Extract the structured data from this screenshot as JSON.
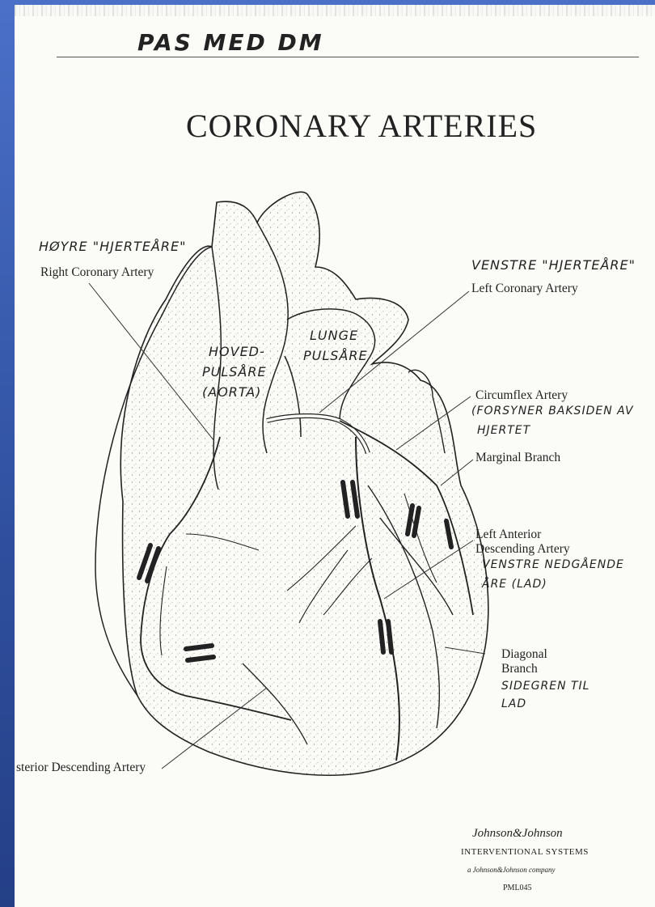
{
  "header_note": "PAS MED DM",
  "title": "CORONARY ARTERIES",
  "labels": {
    "right_coronary_no": "HØYRE \"HJERTEÅRE\"",
    "right_coronary_en": "Right Coronary Artery",
    "left_coronary_no": "VENSTRE \"HJERTEÅRE\"",
    "left_coronary_en": "Left Coronary Artery",
    "aorta_no_1": "HOVED-",
    "aorta_no_2": "PULSÅRE",
    "aorta_no_3": "(AORTA)",
    "pulmonary_no_1": "LUNGE",
    "pulmonary_no_2": "PULSÅRE",
    "circumflex_en": "Circumflex Artery",
    "circumflex_no_1": "(FORSYNER BAKSIDEN AV",
    "circumflex_no_2": "HJERTET",
    "marginal_en": "Marginal Branch",
    "lad_en_1": "Left Anterior",
    "lad_en_2": "Descending Artery",
    "lad_no_1": "VENSTRE NEDGÅENDE",
    "lad_no_2": "ÅRE (LAD)",
    "diagonal_en_1": "Diagonal",
    "diagonal_en_2": "Branch",
    "diagonal_no_1": "SIDEGREN TIL",
    "diagonal_no_2": "LAD",
    "posterior_descending_en": "sterior Descending Artery"
  },
  "footer": {
    "brand": "Johnson&Johnson",
    "division": "INTERVENTIONAL SYSTEMS",
    "company": "a Johnson&Johnson company",
    "code": "PML045"
  }
}
